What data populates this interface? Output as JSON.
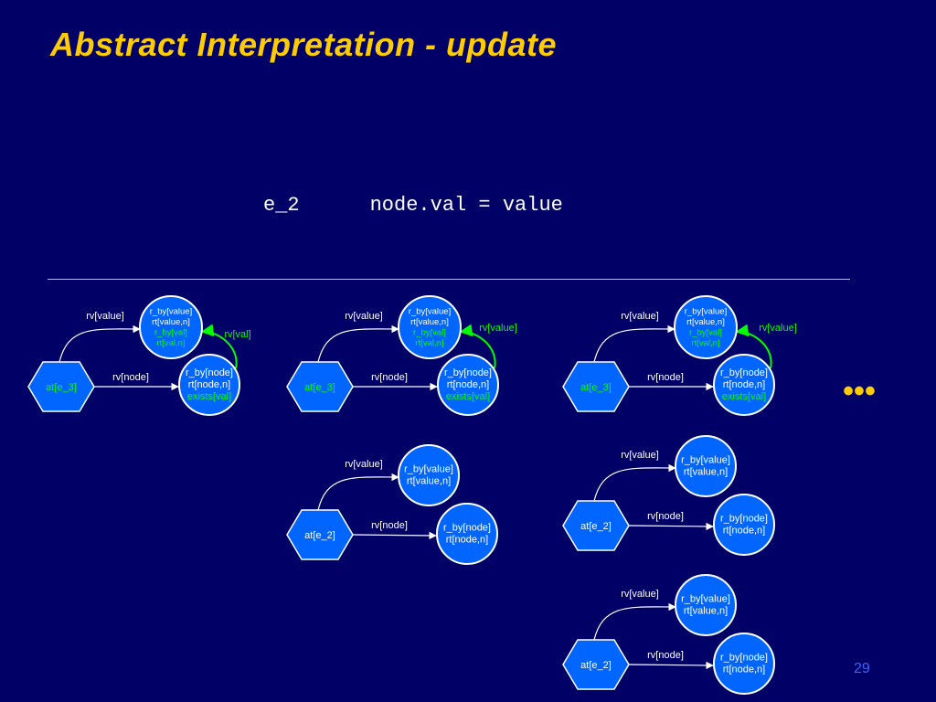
{
  "slide": {
    "title": "Abstract Interpretation - update",
    "statement_label": "e_2",
    "statement_code": "node.val = value",
    "ellipsis": "•••",
    "page_number": "29"
  },
  "colors": {
    "background": "#000066",
    "title": "#ffcc00",
    "node_fill": "#0066ff",
    "node_stroke": "#ffffff",
    "text": "#ffffff",
    "highlight": "#00ff00",
    "ellipsis": "#ffcc00"
  },
  "graphs": [
    {
      "id": "g1",
      "hexagon": "at[e_3]",
      "hexagon_highlight": true,
      "value_node": [
        {
          "text": "r_by[value]",
          "highlight": false
        },
        {
          "text": "rt[value,n]",
          "highlight": false
        },
        {
          "text": "r_by[val]",
          "highlight": true
        },
        {
          "text": "rt[val,n]",
          "highlight": true
        }
      ],
      "node_node": [
        {
          "text": "r_by[node]",
          "highlight": false
        },
        {
          "text": "rt[node,n]",
          "highlight": false
        },
        {
          "text": "exists[val]",
          "highlight": true
        }
      ],
      "edge_value": "rv[value]",
      "edge_node": "rv[node]",
      "edge_val": "rv[val]"
    },
    {
      "id": "g2",
      "hexagon": "at[e_3]",
      "hexagon_highlight": true,
      "value_node": [
        {
          "text": "r_by[value]",
          "highlight": false
        },
        {
          "text": "rt[value,n]",
          "highlight": false
        },
        {
          "text": "r_by[val]",
          "highlight": true
        },
        {
          "text": "rt[val,n]",
          "highlight": true
        }
      ],
      "node_node": [
        {
          "text": "r_by[node]",
          "highlight": false
        },
        {
          "text": "rt[node,n]",
          "highlight": false
        },
        {
          "text": "exists[val]",
          "highlight": true
        }
      ],
      "edge_value": "rv[value]",
      "edge_node": "rv[node]",
      "edge_val": "rv[value]"
    },
    {
      "id": "g3",
      "hexagon": "at[e_3]",
      "hexagon_highlight": true,
      "value_node": [
        {
          "text": "r_by[value]",
          "highlight": false
        },
        {
          "text": "rt[value,n]",
          "highlight": false
        },
        {
          "text": "r_by[val]",
          "highlight": true
        },
        {
          "text": "rt[val,n]",
          "highlight": true
        }
      ],
      "node_node": [
        {
          "text": "r_by[node]",
          "highlight": false
        },
        {
          "text": "rt[node,n]",
          "highlight": false
        },
        {
          "text": "exists[val]",
          "highlight": true
        }
      ],
      "edge_value": "rv[value]",
      "edge_node": "rv[node]",
      "edge_val": "rv[value]"
    },
    {
      "id": "g4",
      "hexagon": "at[e_2]",
      "hexagon_highlight": false,
      "value_node": [
        {
          "text": "r_by[value]",
          "highlight": false
        },
        {
          "text": "rt[value,n]",
          "highlight": false
        }
      ],
      "node_node": [
        {
          "text": "r_by[node]",
          "highlight": false
        },
        {
          "text": "rt[node,n]",
          "highlight": false
        }
      ],
      "edge_value": "rv[value]",
      "edge_node": "rv[node]",
      "edge_val": ""
    },
    {
      "id": "g5",
      "hexagon": "at[e_2]",
      "hexagon_highlight": false,
      "value_node": [
        {
          "text": "r_by[value]",
          "highlight": false
        },
        {
          "text": "rt[value,n]",
          "highlight": false
        }
      ],
      "node_node": [
        {
          "text": "r_by[node]",
          "highlight": false
        },
        {
          "text": "rt[node,n]",
          "highlight": false
        }
      ],
      "edge_value": "rv[value]",
      "edge_node": "rv[node]",
      "edge_val": ""
    },
    {
      "id": "g6",
      "hexagon": "at[e_2]",
      "hexagon_highlight": false,
      "value_node": [
        {
          "text": "r_by[value]",
          "highlight": false
        },
        {
          "text": "rt[value,n]",
          "highlight": false
        }
      ],
      "node_node": [
        {
          "text": "r_by[node]",
          "highlight": false
        },
        {
          "text": "rt[node,n]",
          "highlight": false
        }
      ],
      "edge_value": "rv[value]",
      "edge_node": "rv[node]",
      "edge_val": ""
    }
  ]
}
